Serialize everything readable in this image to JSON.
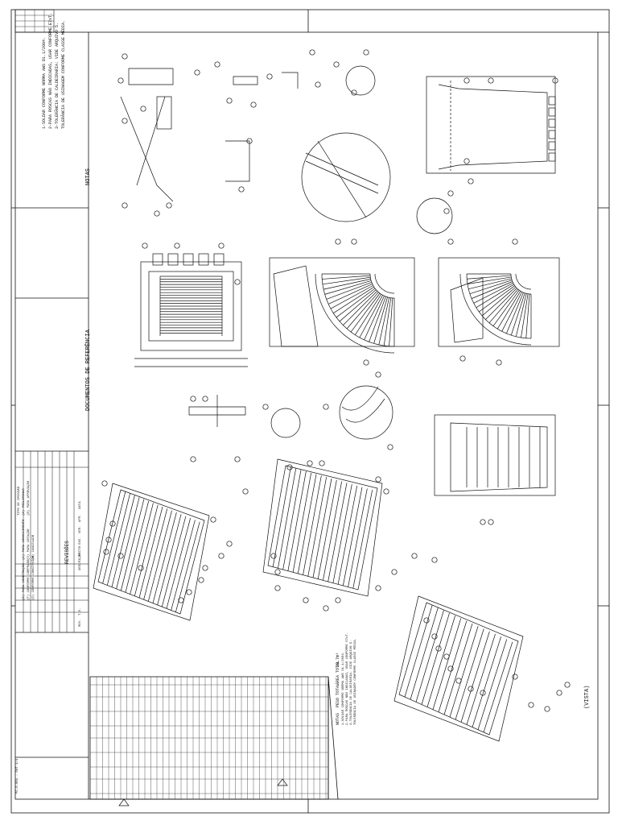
{
  "sheet": {
    "notes_header": "NOTAS",
    "notes_lines": [
      "1-SOLDAR CONFORME NORMA AWS D1.1/2004.",
      "2-PARA ROSCAS NÃO INDICADAS, USAR CONFORME E7xT.",
      "3-TOLERÂNCIA DE CALDEIRARIA: VIDE ARQUIVO 5.",
      "TOLERÂNCIA DE USINAGEM CONFORME CLASSE MÉDIA."
    ],
    "reference_header": "DOCUMENTOS DE REFERÊNCIA",
    "revisions_header": "REVISÕES",
    "rev_columns": [
      "REV.",
      "T.E.",
      "DESCRIÇÃO",
      "FEITO",
      "EXE.",
      "VER.",
      "APR.",
      "DATA"
    ],
    "type_labels": [
      "TIPO DE EMISSÃO",
      "(A) PRELIMINAR",
      "(B) PARA APROVAÇÃO",
      "(C) PARA CONHECIMENTO",
      "(D) PARA COTAÇÃO",
      "(E) PARA CONSTRUÇÃO",
      "(F) CONFORME COMPRADO",
      "(G) CONFORME CONSTRUÍDO",
      "(H) CANCELADO"
    ],
    "bom_notes_header": "NOTAS",
    "weight_label": "PESO TOTAL",
    "area_label": "ÁREA TOTAL",
    "area_value": "33.7m²",
    "view_label": "(VISTA)",
    "sheet_code": "PC-E-001 - SHT 1/4"
  },
  "colors": {
    "line": "#111111",
    "paper": "#ffffff"
  }
}
